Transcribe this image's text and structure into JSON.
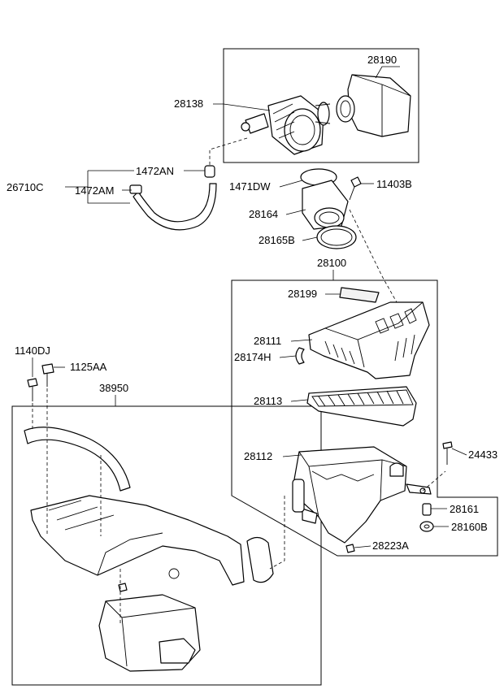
{
  "parts": {
    "p28190": "28190",
    "p28138": "28138",
    "p1472AN": "1472AN",
    "p26710C": "26710C",
    "p1472AM": "1472AM",
    "p1471DW": "1471DW",
    "p11403B": "11403B",
    "p28164": "28164",
    "p28165B": "28165B",
    "p28100": "28100",
    "p28199": "28199",
    "p28111": "28111",
    "p28174H": "28174H",
    "p1140DJ": "1140DJ",
    "p1125AA": "1125AA",
    "p38950": "38950",
    "p28113": "28113",
    "p24433": "24433",
    "p28112": "28112",
    "p28161": "28161",
    "p28160B": "28160B",
    "p28223A": "28223A"
  }
}
